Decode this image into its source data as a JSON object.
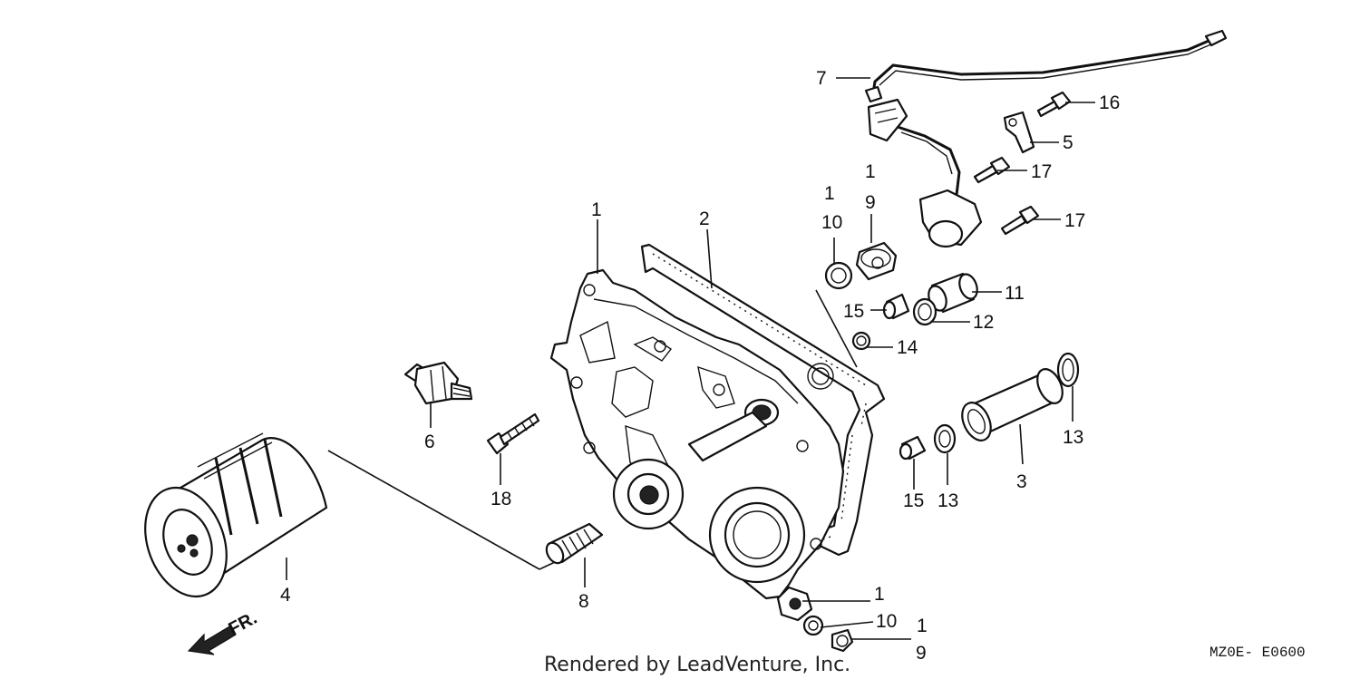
{
  "labels": {
    "l1a": "1",
    "l2": "2",
    "l1b": "1",
    "l10a": "10",
    "l1c": "1",
    "l9a": "9",
    "l7": "7",
    "l16": "16",
    "l5": "5",
    "l17a": "17",
    "l17b": "17",
    "l11": "11",
    "l15a": "15",
    "l12": "12",
    "l14": "14",
    "l6": "6",
    "l18": "18",
    "l13a": "13",
    "l3": "3",
    "l13b": "13",
    "l15b": "15",
    "l4": "4",
    "l8": "8",
    "l1d": "1",
    "l10b": "10",
    "l1e": "1",
    "l9b": "9"
  },
  "front_marker": "FR.",
  "caption": "Rendered by LeadVenture, Inc.",
  "diagram_code": "MZ0E- E0600"
}
